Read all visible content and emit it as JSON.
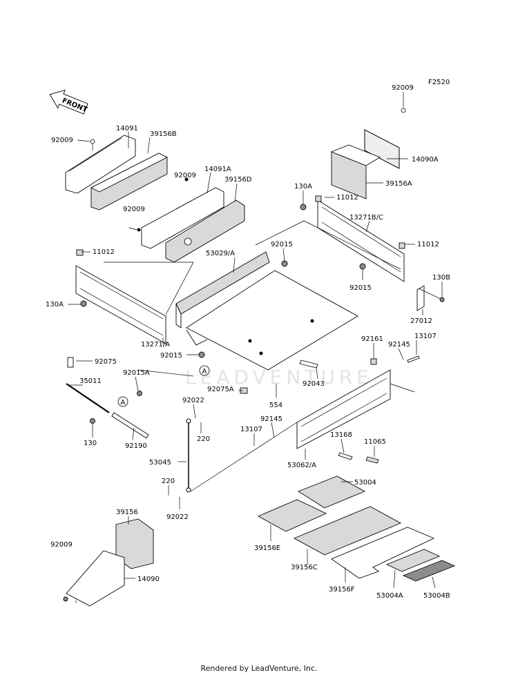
{
  "diagram_code": "F2520",
  "front_label": "FRONT",
  "watermark": "LEADVENTURE",
  "footer": "Rendered by LeadVenture, Inc.",
  "callout_letter": "A",
  "labels": {
    "l92009_tr": "92009",
    "l14090A": "14090A",
    "l39156A": "39156A",
    "l14091": "14091",
    "l39156B": "39156B",
    "l92009_tl": "92009",
    "l92009_m1": "92009",
    "l14091A": "14091A",
    "l39156D": "39156D",
    "l92009_m2": "92009",
    "l130A_r": "130A",
    "l11012_r1": "11012",
    "l13271BC": "13271B/C",
    "l11012_r2": "11012",
    "l92015_top": "92015",
    "l53029A": "53029/A",
    "l11012_l": "11012",
    "l92015_r": "92015",
    "l130B": "130B",
    "l130A_l": "130A",
    "l27012": "27012",
    "l13271A": "13271/A",
    "l92015_m": "92015",
    "l92161": "92161",
    "l92145_r": "92145",
    "l13107_r": "13107",
    "l92075": "92075",
    "l35011": "35011",
    "l92015A": "92015A",
    "l92043": "92043",
    "l92075A": "92075A",
    "l92022_t": "92022",
    "l554": "554",
    "l220_t": "220",
    "l130": "130",
    "l92190": "92190",
    "l92145_m": "92145",
    "l13107_m": "13107",
    "l13168": "13168",
    "l11065": "11065",
    "l53045": "53045",
    "l53062A": "53062/A",
    "l220_b": "220",
    "l53004": "53004",
    "l92022_b": "92022",
    "l39156": "39156",
    "l39156E": "39156E",
    "l92009_bl": "92009",
    "l14090": "14090",
    "l39156C": "39156C",
    "l39156F": "39156F",
    "l53004A": "53004A",
    "l53004B": "53004B"
  }
}
